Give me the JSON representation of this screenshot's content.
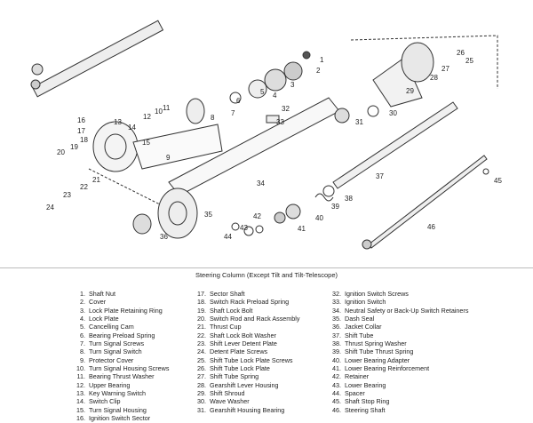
{
  "caption": "Steering Column (Except Tilt and Tilt-Telescope)",
  "callouts": [
    "1",
    "2",
    "3",
    "4",
    "5",
    "6",
    "7",
    "8",
    "9",
    "10",
    "11",
    "12",
    "13",
    "14",
    "15",
    "16",
    "17",
    "18",
    "19",
    "20",
    "21",
    "22",
    "23",
    "24",
    "25",
    "26",
    "27",
    "28",
    "29",
    "30",
    "31",
    "32",
    "33",
    "34",
    "35",
    "36",
    "37",
    "38",
    "39",
    "40",
    "41",
    "42",
    "43",
    "44",
    "45",
    "46"
  ],
  "legend": {
    "col1": [
      {
        "n": "1.",
        "t": "Shaft Nut"
      },
      {
        "n": "2.",
        "t": "Cover"
      },
      {
        "n": "3.",
        "t": "Lock Plate Retaining Ring"
      },
      {
        "n": "4.",
        "t": "Lock Plate"
      },
      {
        "n": "5.",
        "t": "Cancelling Cam"
      },
      {
        "n": "6.",
        "t": "Bearing Preload Spring"
      },
      {
        "n": "7.",
        "t": "Turn Signal Screws"
      },
      {
        "n": "8.",
        "t": "Turn Signal Switch"
      },
      {
        "n": "9.",
        "t": "Protector Cover"
      },
      {
        "n": "10.",
        "t": "Turn Signal Housing Screws"
      },
      {
        "n": "11.",
        "t": "Bearing Thrust Washer"
      },
      {
        "n": "12.",
        "t": "Upper Bearing"
      },
      {
        "n": "13.",
        "t": "Key Warning Switch"
      },
      {
        "n": "14.",
        "t": "Switch Clip"
      },
      {
        "n": "15.",
        "t": "Turn Signal Housing"
      },
      {
        "n": "16.",
        "t": "Ignition Switch Sector"
      }
    ],
    "col2": [
      {
        "n": "17.",
        "t": "Sector Shaft"
      },
      {
        "n": "18.",
        "t": "Switch Rack Preload Spring"
      },
      {
        "n": "19.",
        "t": "Shaft Lock Bolt"
      },
      {
        "n": "20.",
        "t": "Switch Rod and Rack Assembly"
      },
      {
        "n": "21.",
        "t": "Thrust Cup"
      },
      {
        "n": "22.",
        "t": "Shaft Lock Bolt Washer"
      },
      {
        "n": "23.",
        "t": "Shift Lever Detent Plate"
      },
      {
        "n": "24.",
        "t": "Detent Plate Screws"
      },
      {
        "n": "25.",
        "t": "Shift Tube Lock Plate Screws"
      },
      {
        "n": "26.",
        "t": "Shift Tube Lock Plate"
      },
      {
        "n": "27.",
        "t": "Shift Tube Spring"
      },
      {
        "n": "28.",
        "t": "Gearshift Lever Housing"
      },
      {
        "n": "29.",
        "t": "Shift Shroud"
      },
      {
        "n": "30.",
        "t": "Wave Washer"
      },
      {
        "n": "31.",
        "t": "Gearshift Housing Bearing"
      }
    ],
    "col3": [
      {
        "n": "32.",
        "t": "Ignition Switch Screws"
      },
      {
        "n": "33.",
        "t": "Ignition Switch"
      },
      {
        "n": "34.",
        "t": "Neutral Safety or Back-Up Switch Retainers"
      },
      {
        "n": "35.",
        "t": "Dash Seal"
      },
      {
        "n": "36.",
        "t": "Jacket Collar"
      },
      {
        "n": "37.",
        "t": "Shift Tube"
      },
      {
        "n": "38.",
        "t": "Thrust Spring Washer"
      },
      {
        "n": "39.",
        "t": "Shift Tube Thrust Spring"
      },
      {
        "n": "40.",
        "t": "Lower Bearing Adapter"
      },
      {
        "n": "41.",
        "t": "Lower Bearing Reinforcement"
      },
      {
        "n": "42.",
        "t": "Retainer"
      },
      {
        "n": "43.",
        "t": "Lower Bearing"
      },
      {
        "n": "44.",
        "t": "Spacer"
      },
      {
        "n": "45.",
        "t": "Shaft Stop Ring"
      },
      {
        "n": "46.",
        "t": "Steering Shaft"
      }
    ]
  }
}
